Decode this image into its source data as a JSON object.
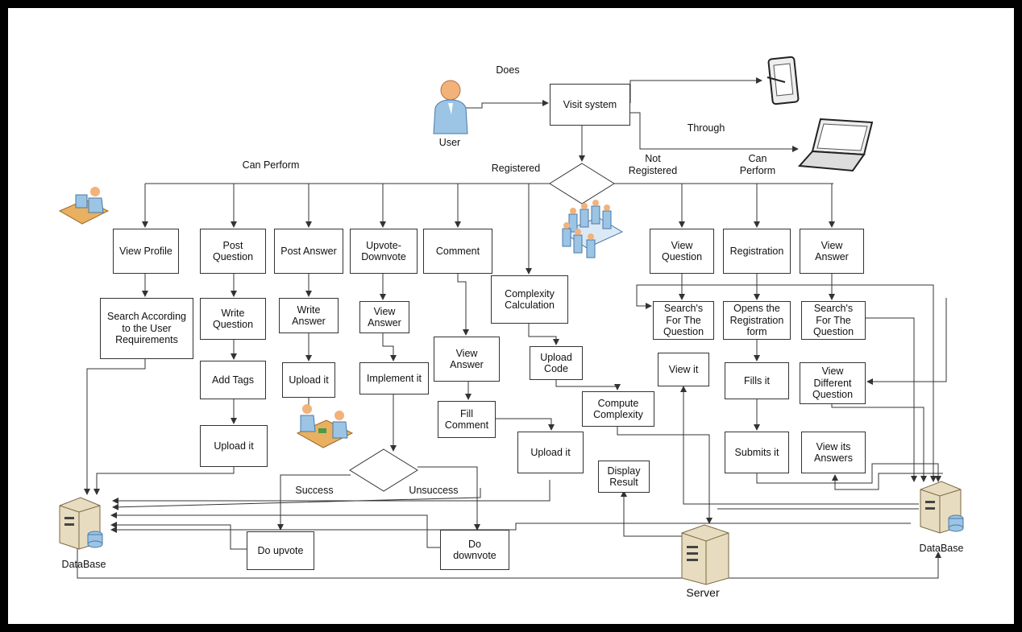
{
  "nodes": {
    "visit_system": "Visit system",
    "view_profile": "View Profile",
    "post_question": "Post\nQuestion",
    "post_answer": "Post Answer",
    "upvote_downvote": "Upvote-\nDownvote",
    "comment": "Comment",
    "complexity_calc": "Complexity\nCalculation",
    "view_question": "View\nQuestion",
    "registration": "Registration",
    "view_answer_top": "View\nAnswer",
    "search_user_req": "Search According\nto the User\nRequirements",
    "write_question": "Write\nQuestion",
    "write_answer": "Write\nAnswer",
    "view_answer_l": "View\nAnswer",
    "view_answer_c": "View\nAnswer",
    "upload_code": "Upload\nCode",
    "searchs_question_1": "Search's\nFor The\nQuestion",
    "opens_registration": "Opens the\nRegistration\nform",
    "searchs_question_2": "Search's\nFor The\nQuestion",
    "add_tags": "Add Tags",
    "upload_it_answer": "Upload it",
    "implement_it": "Implement it",
    "view_it": "View it",
    "fills_it": "Fills it",
    "view_different": "View\nDifferent\nQuestion",
    "fill_comment": "Fill\nComment",
    "compute_complexity": "Compute\nComplexity",
    "upload_it_question": "Upload it",
    "upload_it_comment": "Upload it",
    "submits_it": "Submits it",
    "view_its_answers": "View its\nAnswers",
    "display_result": "Display\nResult",
    "do_upvote": "Do upvote",
    "do_downvote": "Do\ndownvote"
  },
  "labels": {
    "user": "User",
    "does": "Does",
    "through": "Through",
    "can_perform_left": "Can Perform",
    "registered": "Registered",
    "not_registered": "Not\nRegistered",
    "can_perform_right": "Can\nPerform",
    "success": "Success",
    "unsuccess": "Unsuccess",
    "database_left": "DataBase",
    "database_right": "DataBase",
    "server": "Server"
  },
  "icons": {
    "user": "user-icon",
    "tablet": "tablet-icon",
    "laptop": "laptop-icon",
    "desk_worker": "desk-worker-icon",
    "meeting": "meeting-group-icon",
    "handshake": "two-people-desk-icon",
    "db_left": "database-server-icon",
    "db_right": "database-server-icon",
    "server": "server-icon"
  },
  "colors": {
    "line": "#333333",
    "person_blue": "#9cc4e4",
    "skin": "#f2b27a",
    "server_beige": "#e8dcc0",
    "desk_orange": "#e8b060"
  }
}
